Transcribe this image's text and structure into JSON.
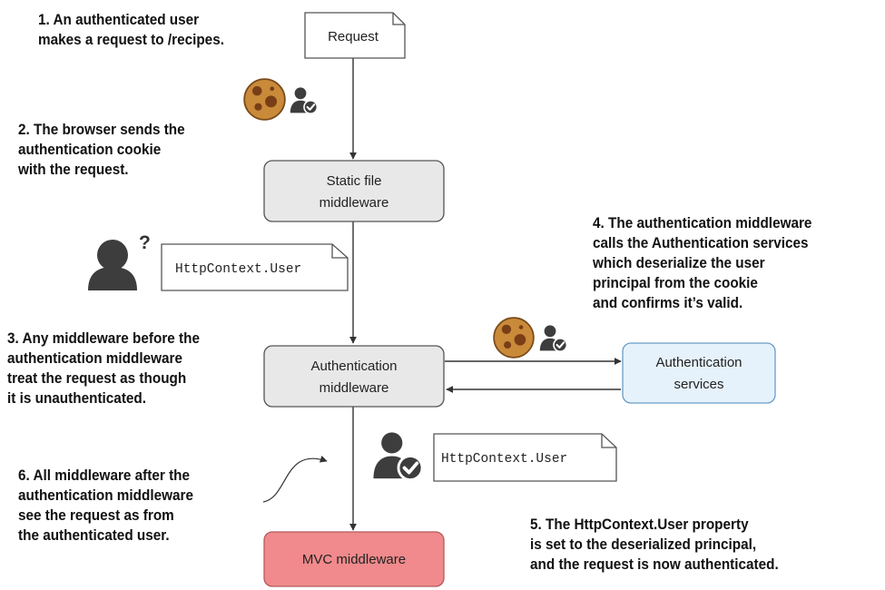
{
  "colors": {
    "box_gray": "#e8e8e8",
    "box_blue": "#e6f2fb",
    "box_red": "#f08a8c",
    "stroke": "#555555",
    "arrow": "#333333",
    "cookie": "#c98a3a",
    "cookie_chip": "#7a3e16",
    "user_icon": "#3d3d3d"
  },
  "notes": [
    {
      "lines": [
        "1. An authenticated user",
        "makes a request to /recipes."
      ]
    },
    {
      "lines": [
        "2. The browser sends the",
        "authentication cookie",
        "with the request."
      ]
    },
    {
      "lines": [
        "3. Any middleware before the",
        "authentication middleware",
        "treat the request as though",
        "it is unauthenticated."
      ]
    },
    {
      "lines": [
        "4. The authentication middleware",
        "calls the Authentication services",
        "which deserialize the user",
        "principal from the cookie",
        "and confirms it’s valid."
      ]
    },
    {
      "lines": [
        "5. The HttpContext.User property",
        "is set to the deserialized principal,",
        "and the request is now authenticated."
      ]
    },
    {
      "lines": [
        "6. All middleware after the",
        "authentication middleware",
        "see the request as from",
        "the authenticated user."
      ]
    }
  ],
  "boxes": {
    "request": {
      "label": "Request"
    },
    "static": {
      "lines": [
        "Static file",
        "middleware"
      ]
    },
    "auth": {
      "lines": [
        "Authentication",
        "middleware"
      ]
    },
    "services": {
      "lines": [
        "Authentication",
        "services"
      ]
    },
    "mvc": {
      "label": "MVC middleware"
    }
  },
  "docs": {
    "unauth_user": {
      "label": "HttpContext.User",
      "mark": "?"
    },
    "auth_user": {
      "label": "HttpContext.User"
    }
  },
  "icons": [
    "cookie-icon",
    "user-check-icon",
    "user-unknown-icon"
  ]
}
